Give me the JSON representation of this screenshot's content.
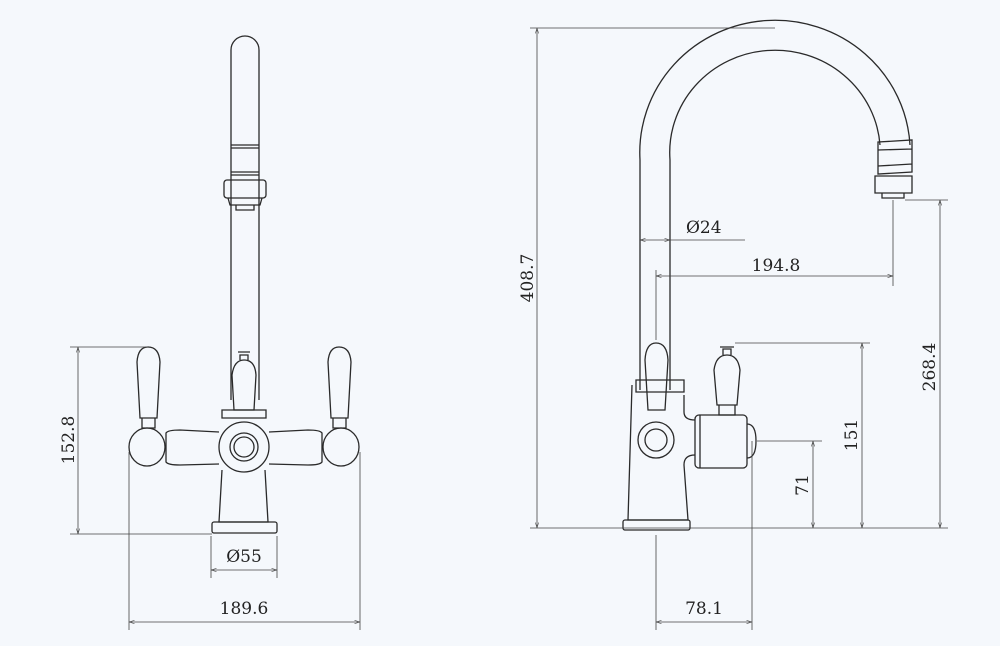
{
  "front_view": {
    "height_handle": "152.8",
    "base_diameter": "Ø55",
    "overall_width": "189.6"
  },
  "side_view": {
    "overall_height": "408.7",
    "spout_diameter": "Ø24",
    "spout_reach": "194.8",
    "spout_outlet_height": "268.4",
    "handle_height": "151",
    "side_hub_height": "71",
    "side_offset": "78.1"
  },
  "colors": {
    "background": "#f5f8fc",
    "line": "#2a2a2a"
  }
}
